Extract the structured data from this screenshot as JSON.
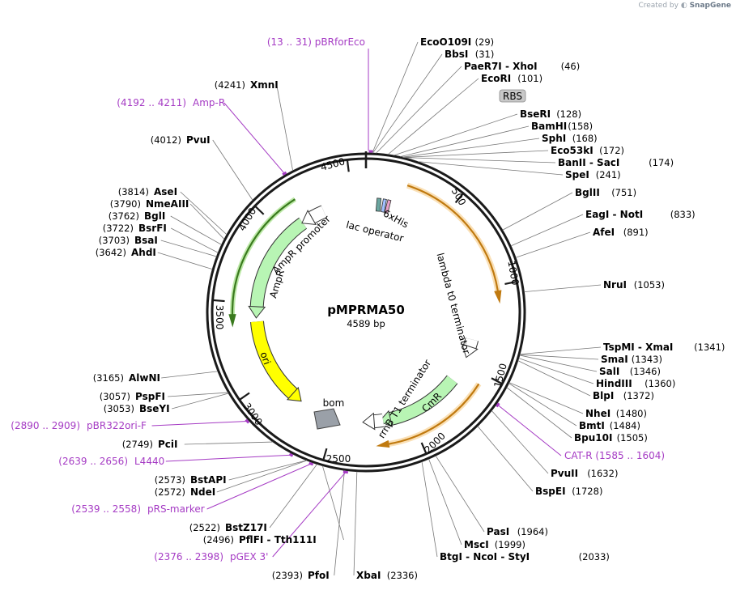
{
  "credit": {
    "prefix": "Created by",
    "brand": "SnapGene"
  },
  "plasmid": {
    "name": "pMPRMA50",
    "length_label": "4589 bp",
    "length": 4589
  },
  "ticks": [
    "500",
    "1000",
    "1500",
    "2000",
    "2500",
    "3000",
    "3500",
    "4000",
    "4500"
  ],
  "features": [
    {
      "label": "lambda t0 terminator",
      "color": "#f7b24a"
    },
    {
      "label": "CmR",
      "color": "#a6f0a6"
    },
    {
      "label": "rrnB T1 terminator",
      "color": "#ffffff"
    },
    {
      "label": "bom",
      "color": "#9aa0a8"
    },
    {
      "label": "ori",
      "color": "#ffff00"
    },
    {
      "label": "AmpR",
      "color": "#a6f0a6"
    },
    {
      "label": "AmpR promoter",
      "color": "#ffffff"
    },
    {
      "label": "lac operator",
      "color": "#ffffff"
    },
    {
      "label": "6xHis",
      "color": "#c2a0e0"
    },
    {
      "label": "RBS",
      "color": "#c8c8c8"
    }
  ],
  "sites_right": [
    {
      "name": "EcoO109I",
      "pos": "(29)"
    },
    {
      "name": "BbsI",
      "pos": "(31)"
    },
    {
      "name": "PaeR7I  -  XhoI",
      "pos": "(46)"
    },
    {
      "name": "EcoRI",
      "pos": "(101)"
    },
    {
      "name": "BseRI",
      "pos": "(128)"
    },
    {
      "name": "BamHI",
      "pos": "(158)"
    },
    {
      "name": "SphI",
      "pos": "(168)"
    },
    {
      "name": "Eco53kI",
      "pos": "(172)"
    },
    {
      "name": "BanII  -  SacI",
      "pos": "(174)"
    },
    {
      "name": "SpeI",
      "pos": "(241)"
    },
    {
      "name": "BglII",
      "pos": "(751)"
    },
    {
      "name": "EagI  -  NotI",
      "pos": "(833)"
    },
    {
      "name": "AfeI",
      "pos": "(891)"
    },
    {
      "name": "NruI",
      "pos": "(1053)"
    },
    {
      "name": "TspMI  -  XmaI",
      "pos": "(1341)"
    },
    {
      "name": "SmaI",
      "pos": "(1343)"
    },
    {
      "name": "SalI",
      "pos": "(1346)"
    },
    {
      "name": "HindIII",
      "pos": "(1360)"
    },
    {
      "name": "BlpI",
      "pos": "(1372)"
    },
    {
      "name": "NheI",
      "pos": "(1480)"
    },
    {
      "name": "BmtI",
      "pos": "(1484)"
    },
    {
      "name": "Bpu10I",
      "pos": "(1505)"
    },
    {
      "name": "PvuII",
      "pos": "(1632)"
    },
    {
      "name": "BspEI",
      "pos": "(1728)"
    },
    {
      "name": "PasI",
      "pos": "(1964)"
    },
    {
      "name": "MscI",
      "pos": "(1999)"
    },
    {
      "name": "BtgI  -  NcoI  -  StyI",
      "pos": "(2033)"
    },
    {
      "name": "XbaI",
      "pos": "(2336)"
    }
  ],
  "sites_left": [
    {
      "name": "XmnI",
      "pos": "(4241)"
    },
    {
      "name": "PvuI",
      "pos": "(4012)"
    },
    {
      "name": "AseI",
      "pos": "(3814)"
    },
    {
      "name": "NmeAIII",
      "pos": "(3790)"
    },
    {
      "name": "BglI",
      "pos": "(3762)"
    },
    {
      "name": "BsrFI",
      "pos": "(3722)"
    },
    {
      "name": "BsaI",
      "pos": "(3703)"
    },
    {
      "name": "AhdI",
      "pos": "(3642)"
    },
    {
      "name": "AlwNI",
      "pos": "(3165)"
    },
    {
      "name": "PspFI",
      "pos": "(3057)"
    },
    {
      "name": "BseYI",
      "pos": "(3053)"
    },
    {
      "name": "PciI",
      "pos": "(2749)"
    },
    {
      "name": "BstAPI",
      "pos": "(2573)"
    },
    {
      "name": "NdeI",
      "pos": "(2572)"
    },
    {
      "name": "BstZ17I",
      "pos": "(2522)"
    },
    {
      "name": "PflFI  -  Tth111I",
      "pos": "(2496)"
    },
    {
      "name": "PfoI",
      "pos": "(2393)"
    }
  ],
  "primers": [
    {
      "name": "pBRforEco",
      "range": "(13 .. 31)"
    },
    {
      "name": "Amp-R",
      "range": "(4192 .. 4211)"
    },
    {
      "name": "CAT-R",
      "range": "(1585 .. 1604)"
    },
    {
      "name": "pBR322ori-F",
      "range": "(2890 .. 2909)"
    },
    {
      "name": "L4440",
      "range": "(2639 .. 2656)"
    },
    {
      "name": "pRS-marker",
      "range": "(2539 .. 2558)"
    },
    {
      "name": "pGEX 3'",
      "range": "(2376 .. 2398)"
    }
  ]
}
